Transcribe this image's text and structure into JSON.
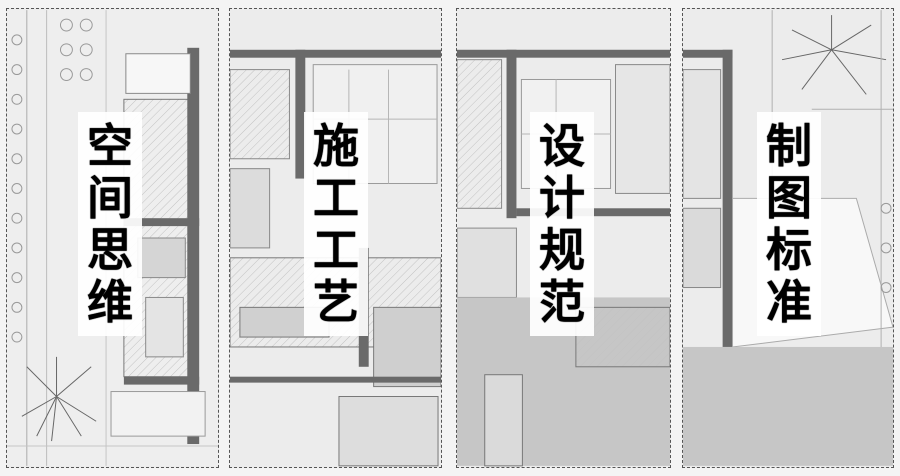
{
  "panels": [
    {
      "title": [
        "空",
        "间",
        "思",
        "维"
      ]
    },
    {
      "title": [
        "施",
        "工",
        "工",
        "艺"
      ]
    },
    {
      "title": [
        "设",
        "计",
        "规",
        "范"
      ]
    },
    {
      "title": [
        "制",
        "图",
        "标",
        "准"
      ]
    }
  ],
  "colors": {
    "wall": "#6a6a6a",
    "line": "#9a9a9a",
    "hatch": "#bdbdbd",
    "fill_dark": "#c8c8c8"
  }
}
